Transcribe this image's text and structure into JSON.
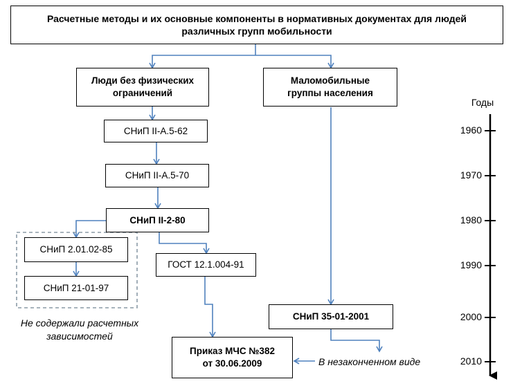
{
  "title": "Расчетные методы и их основные компоненты  в нормативных документах для людей различных групп мобильности",
  "branches": {
    "left": "Люди без физических ограничений",
    "right": "Маломобильные группы населения"
  },
  "documents": {
    "snip_62": "СНиП II-А.5-62",
    "snip_70": "СНиП II-А.5-70",
    "snip_80": "СНиП II-2-80",
    "snip_85": "СНиП 2.01.02-85",
    "snip_97": "СНиП 21-01-97",
    "gost": "ГОСТ 12.1.004-91",
    "snip_2001": "СНиП 35-01-2001",
    "order_line1": "Приказ МЧС №382",
    "order_line2": "от 30.06.2009"
  },
  "notes": {
    "no_calc": "Не содержали расчетных зависимостей",
    "unfinished": "В незаконченном виде"
  },
  "timeline": {
    "title": "Годы",
    "years": [
      "1960",
      "1970",
      "1980",
      "1990",
      "2000",
      "2010"
    ]
  },
  "colors": {
    "connector": "#4f81bd",
    "dashed_group": "#8a9aa6",
    "box_border": "#000000"
  }
}
